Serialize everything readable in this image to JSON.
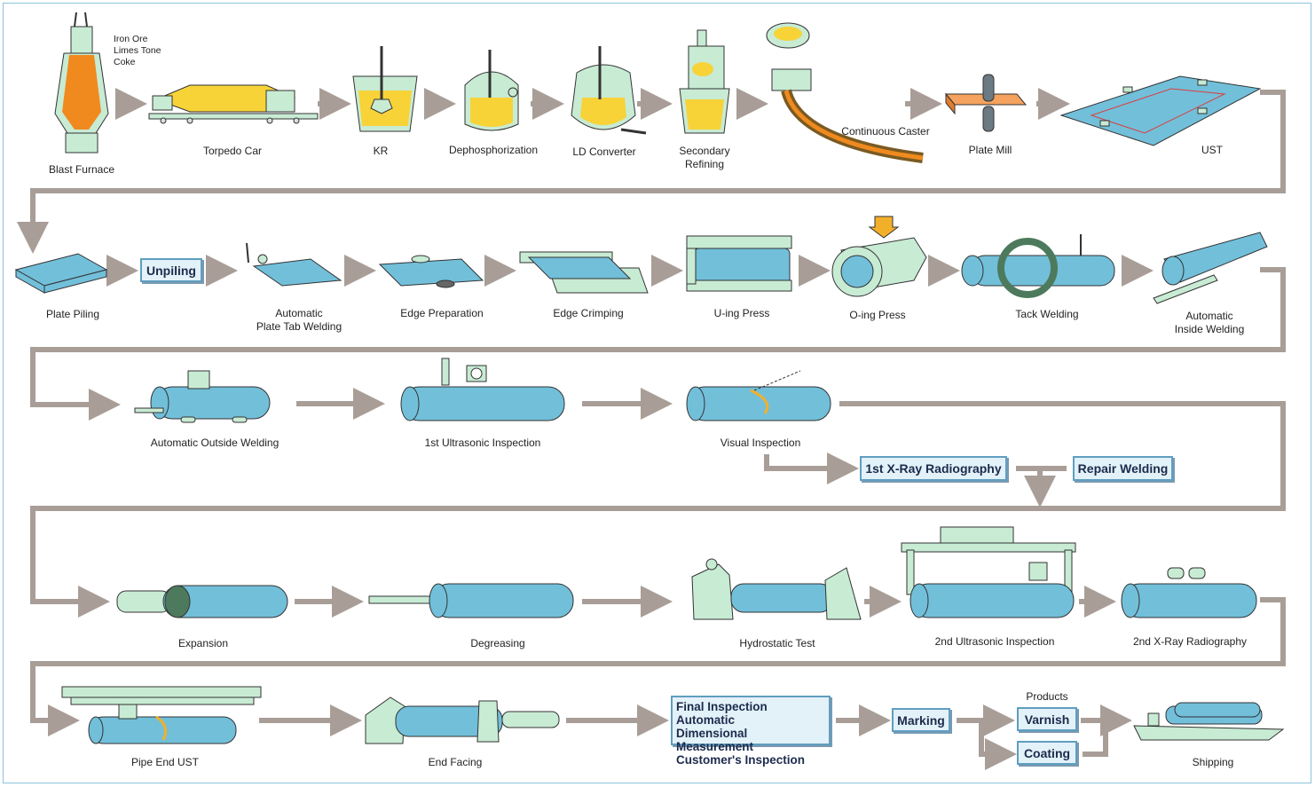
{
  "colors": {
    "flow_line": "#a89e97",
    "pipe_fill": "#72bfda",
    "equipment_fill": "#c8ebd4",
    "molten_fill": "#f7d338",
    "box_fill": "#e3f1f8",
    "box_border": "#5f9ec0",
    "frame": "#8cc4de"
  },
  "row1": {
    "raw_materials": [
      "Iron Ore",
      "Limes Tone",
      "Coke"
    ],
    "blast_furnace": "Blast Furnace",
    "torpedo_car": "Torpedo Car",
    "kr": "KR",
    "dephosphorization": "Dephosphorization",
    "ld_converter": "LD Converter",
    "secondary_refining": [
      "Secondary",
      "Refining"
    ],
    "continuous_caster": "Continuous Caster",
    "plate_mill": "Plate Mill",
    "ust": "UST"
  },
  "row2": {
    "plate_piling": "Plate Piling",
    "unpiling": "Unpiling",
    "plate_tab_welding": [
      "Automatic",
      "Plate Tab Welding"
    ],
    "edge_preparation": "Edge Preparation",
    "edge_crimping": "Edge Crimping",
    "u_ing_press": "U-ing Press",
    "o_ing_press": "O-ing Press",
    "tack_welding": "Tack Welding",
    "inside_welding": [
      "Automatic",
      "Inside Welding"
    ]
  },
  "row3": {
    "outside_welding": "Automatic Outside Welding",
    "ultrasonic_1": "1st Ultrasonic Inspection",
    "visual_inspection": "Visual Inspection",
    "xray_1": "1st X-Ray Radiography",
    "repair_welding": "Repair Welding"
  },
  "row4": {
    "expansion": "Expansion",
    "degreasing": "Degreasing",
    "hydrostatic_test": "Hydrostatic Test",
    "ultrasonic_2": "2nd Ultrasonic Inspection",
    "xray_2": "2nd X-Ray Radiography"
  },
  "row5": {
    "pipe_end_ust": "Pipe End UST",
    "end_facing": "End Facing",
    "final_inspection": [
      "Final Inspection Automatic",
      "Dimensional Measurement",
      "Customer's Inspection"
    ],
    "marking": "Marking",
    "products": "Products",
    "varnish": "Varnish",
    "coating": "Coating",
    "shipping": "Shipping"
  }
}
